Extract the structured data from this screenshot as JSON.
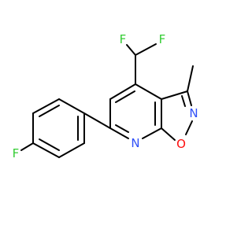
{
  "structure": {
    "atoms": [
      {
        "id": "F1",
        "symbol": "F",
        "color": "#33cc33"
      },
      {
        "id": "F2",
        "symbol": "F",
        "color": "#33cc33"
      },
      {
        "id": "F3",
        "symbol": "F",
        "color": "#33cc33"
      },
      {
        "id": "N1",
        "symbol": "N",
        "color": "#3050f8"
      },
      {
        "id": "N2",
        "symbol": "N",
        "color": "#3050f8"
      },
      {
        "id": "O1",
        "symbol": "O",
        "color": "#ff0d0d"
      }
    ]
  }
}
